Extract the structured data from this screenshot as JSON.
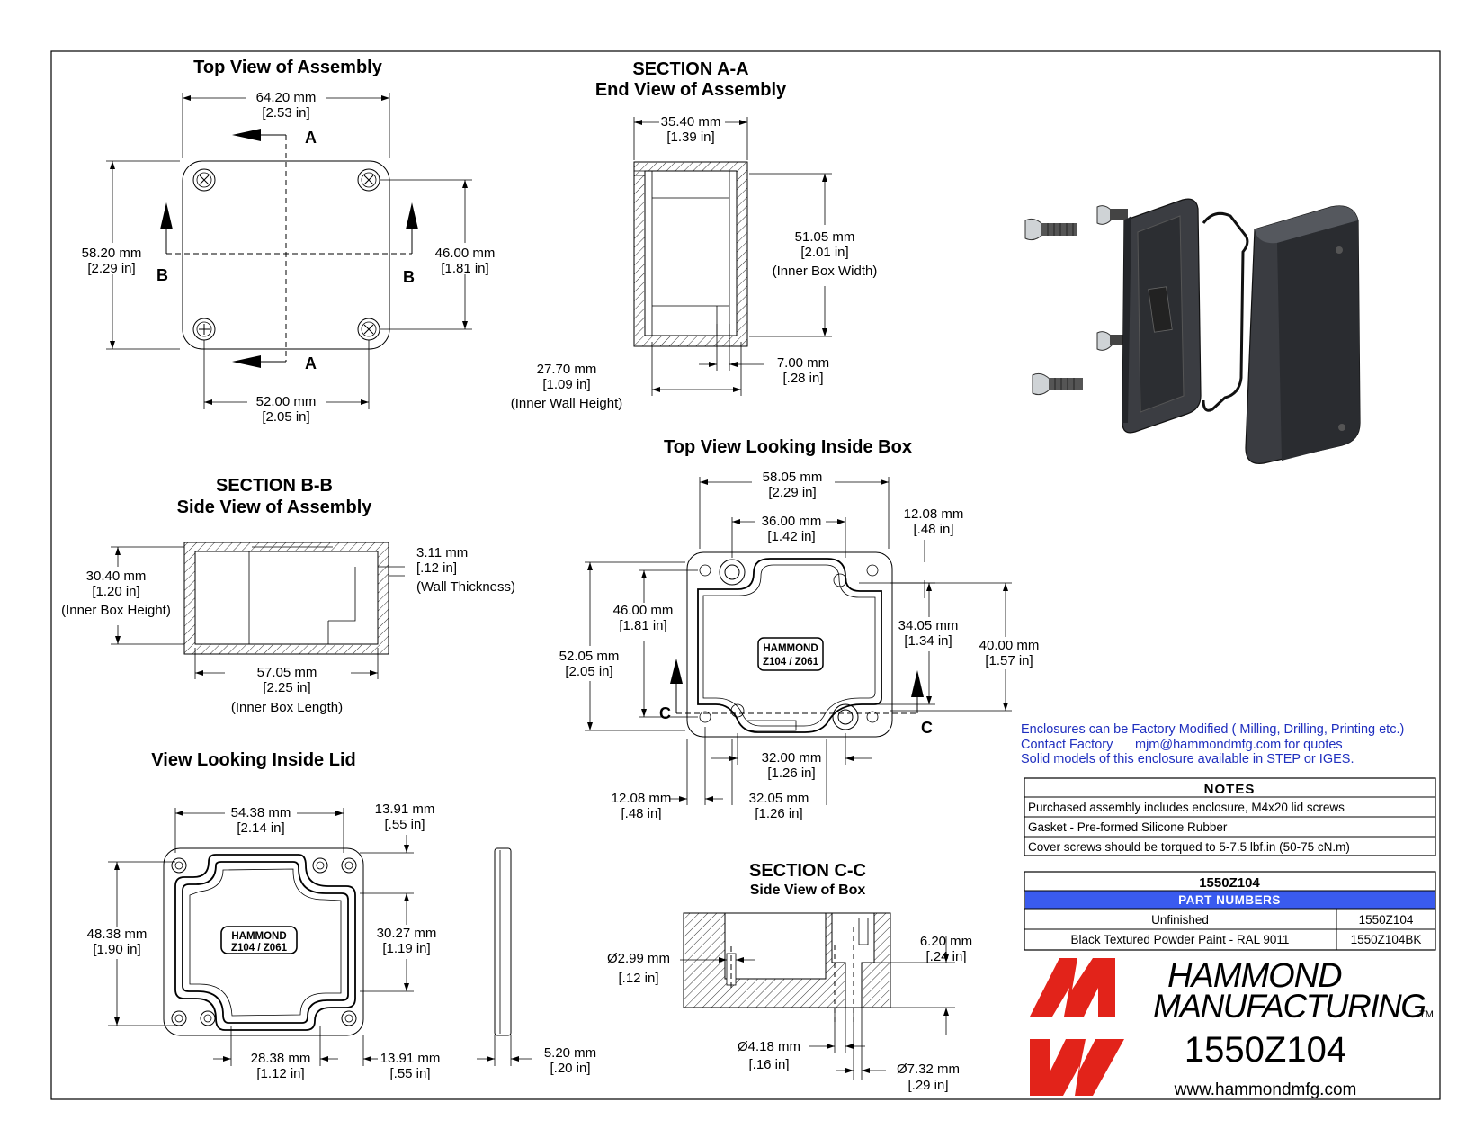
{
  "views": {
    "top_view": {
      "title": "Top View of Assembly",
      "width_mm": "64.20 mm",
      "width_in": "[2.53 in]",
      "height_mm": "58.20 mm",
      "height_in": "[2.29 in]",
      "hole_v_mm": "46.00 mm",
      "hole_v_in": "[1.81 in]",
      "hole_h_mm": "52.00 mm",
      "hole_h_in": "[2.05 in]",
      "section_a": "A",
      "section_b": "B"
    },
    "section_aa": {
      "title": "SECTION A-A",
      "subtitle": "End View of Assembly",
      "width_mm": "35.40 mm",
      "width_in": "[1.39 in]",
      "inner_w_mm": "51.05 mm",
      "inner_w_in": "[2.01 in]",
      "inner_w_note": "(Inner Box Width)",
      "wall_h_mm": "27.70 mm",
      "wall_h_in": "[1.09 in]",
      "wall_h_note": "(Inner Wall Height)",
      "lip_mm": "7.00 mm",
      "lip_in": "[.28 in]"
    },
    "section_bb": {
      "title": "SECTION B-B",
      "subtitle": "Side View of Assembly",
      "inner_h_mm": "30.40 mm",
      "inner_h_in": "[1.20 in]",
      "inner_h_note": "(Inner Box Height)",
      "wall_mm": "3.11 mm",
      "wall_in": "[.12 in]",
      "wall_note": "(Wall Thickness)",
      "inner_l_mm": "57.05 mm",
      "inner_l_in": "[2.25 in]",
      "inner_l_note": "(Inner Box Length)"
    },
    "inside_box": {
      "title": "Top View Looking Inside Box",
      "w_mm": "58.05 mm",
      "w_in": "[2.29 in]",
      "w2_mm": "36.00 mm",
      "w2_in": "[1.42 in]",
      "r_mm": "12.08 mm",
      "r_in": "[.48 in]",
      "h1_mm": "46.00 mm",
      "h1_in": "[1.81 in]",
      "h2_mm": "52.05 mm",
      "h2_in": "[2.05 in]",
      "h3_mm": "34.05 mm",
      "h3_in": "[1.34 in]",
      "h4_mm": "40.00 mm",
      "h4_in": "[1.57 in]",
      "b1_mm": "32.00 mm",
      "b1_in": "[1.26 in]",
      "b2_mm": "12.08 mm",
      "b2_in": "[.48 in]",
      "b3_mm": "32.05 mm",
      "b3_in": "[1.26 in]",
      "section_c": "C",
      "emboss1": "HAMMOND",
      "emboss2": "Z104 / Z061"
    },
    "inside_lid": {
      "title": "View Looking Inside Lid",
      "w_mm": "54.38 mm",
      "w_in": "[2.14 in]",
      "r_mm": "13.91 mm",
      "r_in": "[.55 in]",
      "h_mm": "48.38 mm",
      "h_in": "[1.90 in]",
      "h2_mm": "30.27 mm",
      "h2_in": "[1.19 in]",
      "b1_mm": "28.38 mm",
      "b1_in": "[1.12 in]",
      "b2_mm": "13.91 mm",
      "b2_in": "[.55 in]",
      "t_mm": "5.20 mm",
      "t_in": "[.20 in]",
      "emboss1": "HAMMOND",
      "emboss2": "Z104 / Z061"
    },
    "section_cc": {
      "title": "SECTION C-C",
      "subtitle": "Side View of Box",
      "d1_mm": "Ø2.99 mm",
      "d1_in": "[.12 in]",
      "d2_mm": "Ø4.18 mm",
      "d2_in": "[.16 in]",
      "d3_mm": "Ø7.32 mm",
      "d3_in": "[.29 in]",
      "depth_mm": "6.20 mm",
      "depth_in": "[.24 in]"
    }
  },
  "info": {
    "line1": "Enclosures can be Factory Modified ( Milling, Drilling, Printing etc.)",
    "line2a": "Contact Factory",
    "line2b": "mjm@hammondmfg.com for quotes",
    "line3": "Solid models of this enclosure available in STEP or IGES."
  },
  "notes": {
    "header": "NOTES",
    "items": [
      "Purchased assembly includes enclosure, M4x20 lid screws",
      "Gasket - Pre-formed Silicone Rubber",
      "Cover screws should be torqued to 5-7.5 lbf.in (50-75 cN.m)"
    ]
  },
  "parts": {
    "model": "1550Z104",
    "header": "PART NUMBERS",
    "rows": [
      {
        "desc": "Unfinished",
        "pn": "1550Z104"
      },
      {
        "desc": "Black Textured Powder Paint - RAL 9011",
        "pn": "1550Z104BK"
      }
    ]
  },
  "brand": {
    "name1": "HAMMOND",
    "name2": "MANUFACTURING",
    "tm": "TM",
    "model": "1550Z104",
    "url": "www.hammondmfg.com",
    "logo_color": "#e2231a",
    "header_color": "#3a5bef"
  }
}
